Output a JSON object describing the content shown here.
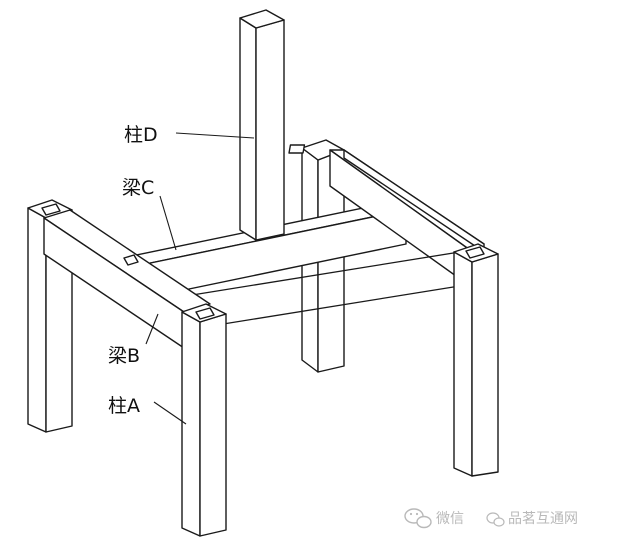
{
  "labels": {
    "column_d": "柱D",
    "beam_c": "梁C",
    "beam_b": "梁B",
    "column_a": "柱A"
  },
  "watermark": {
    "text": "微信",
    "suffix": "品茗互通网",
    "icon": "wechat-icon"
  },
  "colors": {
    "line": "#1a1a1a",
    "background": "#ffffff",
    "watermark": "#b9b9b9"
  }
}
